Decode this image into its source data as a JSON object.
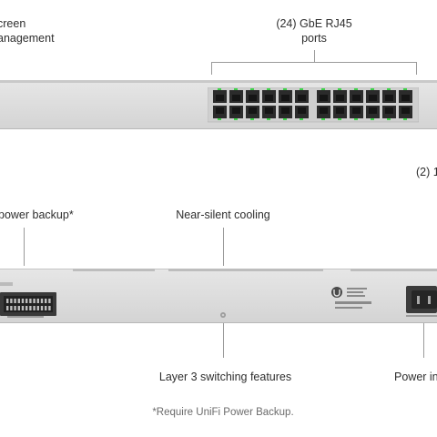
{
  "labels": {
    "screen": "creen\nanagement",
    "ports": "(24) GbE RJ45\nports",
    "sfp": "(2) 1",
    "power_backup": "power backup*",
    "cooling": "Near-silent cooling",
    "layer3": "Layer 3 switching features",
    "power_in": "Power in"
  },
  "footnote": "*Require UniFi Power Backup.",
  "colors": {
    "port_led": "#3fd24a",
    "chassis": "#dcdcdc",
    "callout_line": "#9a9a9a"
  },
  "icons": [
    "unifi-logo-icon",
    "certification-marks-icon",
    "power-inlet-icon",
    "rps-connector-icon"
  ]
}
